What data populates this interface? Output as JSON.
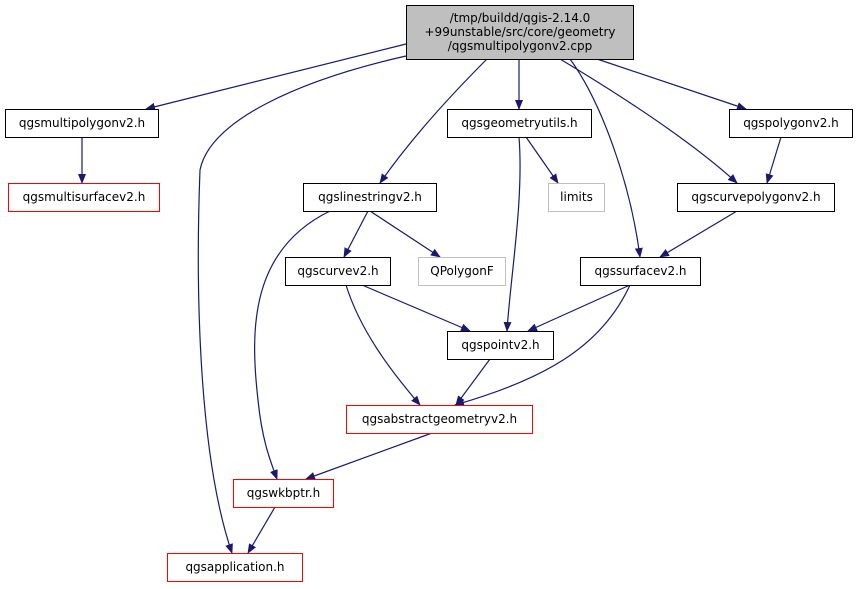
{
  "colors": {
    "edge": "#191970",
    "border_normal": "#000000",
    "border_truncated": "#ff0000",
    "border_external": "#bfbfbf",
    "root_fill": "#bfbfbf",
    "node_fill": "#ffffff"
  },
  "nodes": [
    {
      "id": "root",
      "lines": [
        "/tmp/buildd/qgis-2.14.0",
        "+99unstable/src/core/geometry",
        "/qgsmultipolygonv2.cpp"
      ],
      "kind": "root"
    },
    {
      "id": "multipolygon",
      "lines": [
        "qgsmultipolygonv2.h"
      ],
      "kind": "normal"
    },
    {
      "id": "multisurface",
      "lines": [
        "qgsmultisurfacev2.h"
      ],
      "kind": "truncated"
    },
    {
      "id": "geometryutils",
      "lines": [
        "qgsgeometryutils.h"
      ],
      "kind": "normal"
    },
    {
      "id": "polygon",
      "lines": [
        "qgspolygonv2.h"
      ],
      "kind": "normal"
    },
    {
      "id": "limits",
      "lines": [
        "limits"
      ],
      "kind": "external"
    },
    {
      "id": "linestring",
      "lines": [
        "qgslinestringv2.h"
      ],
      "kind": "normal"
    },
    {
      "id": "curvepolygon",
      "lines": [
        "qgscurvepolygonv2.h"
      ],
      "kind": "normal"
    },
    {
      "id": "curve",
      "lines": [
        "qgscurvev2.h"
      ],
      "kind": "normal"
    },
    {
      "id": "qpolygonf",
      "lines": [
        "QPolygonF"
      ],
      "kind": "external"
    },
    {
      "id": "surface",
      "lines": [
        "qgssurfacev2.h"
      ],
      "kind": "normal"
    },
    {
      "id": "point",
      "lines": [
        "qgspointv2.h"
      ],
      "kind": "normal"
    },
    {
      "id": "abstractgeometry",
      "lines": [
        "qgsabstractgeometryv2.h"
      ],
      "kind": "truncated"
    },
    {
      "id": "wkbptr",
      "lines": [
        "qgswkbptr.h"
      ],
      "kind": "truncated"
    },
    {
      "id": "application",
      "lines": [
        "qgsapplication.h"
      ],
      "kind": "truncated"
    }
  ],
  "edges": [
    [
      "root",
      "multipolygon"
    ],
    [
      "root",
      "geometryutils"
    ],
    [
      "root",
      "polygon"
    ],
    [
      "root",
      "linestring"
    ],
    [
      "root",
      "curvepolygon"
    ],
    [
      "root",
      "surface"
    ],
    [
      "root",
      "application"
    ],
    [
      "multipolygon",
      "multisurface"
    ],
    [
      "geometryutils",
      "limits"
    ],
    [
      "geometryutils",
      "point"
    ],
    [
      "polygon",
      "curvepolygon"
    ],
    [
      "curvepolygon",
      "surface"
    ],
    [
      "linestring",
      "curve"
    ],
    [
      "linestring",
      "qpolygonf"
    ],
    [
      "linestring",
      "wkbptr"
    ],
    [
      "curve",
      "point"
    ],
    [
      "curve",
      "abstractgeometry"
    ],
    [
      "surface",
      "point"
    ],
    [
      "surface",
      "abstractgeometry"
    ],
    [
      "point",
      "abstractgeometry"
    ],
    [
      "abstractgeometry",
      "wkbptr"
    ],
    [
      "wkbptr",
      "application"
    ]
  ]
}
